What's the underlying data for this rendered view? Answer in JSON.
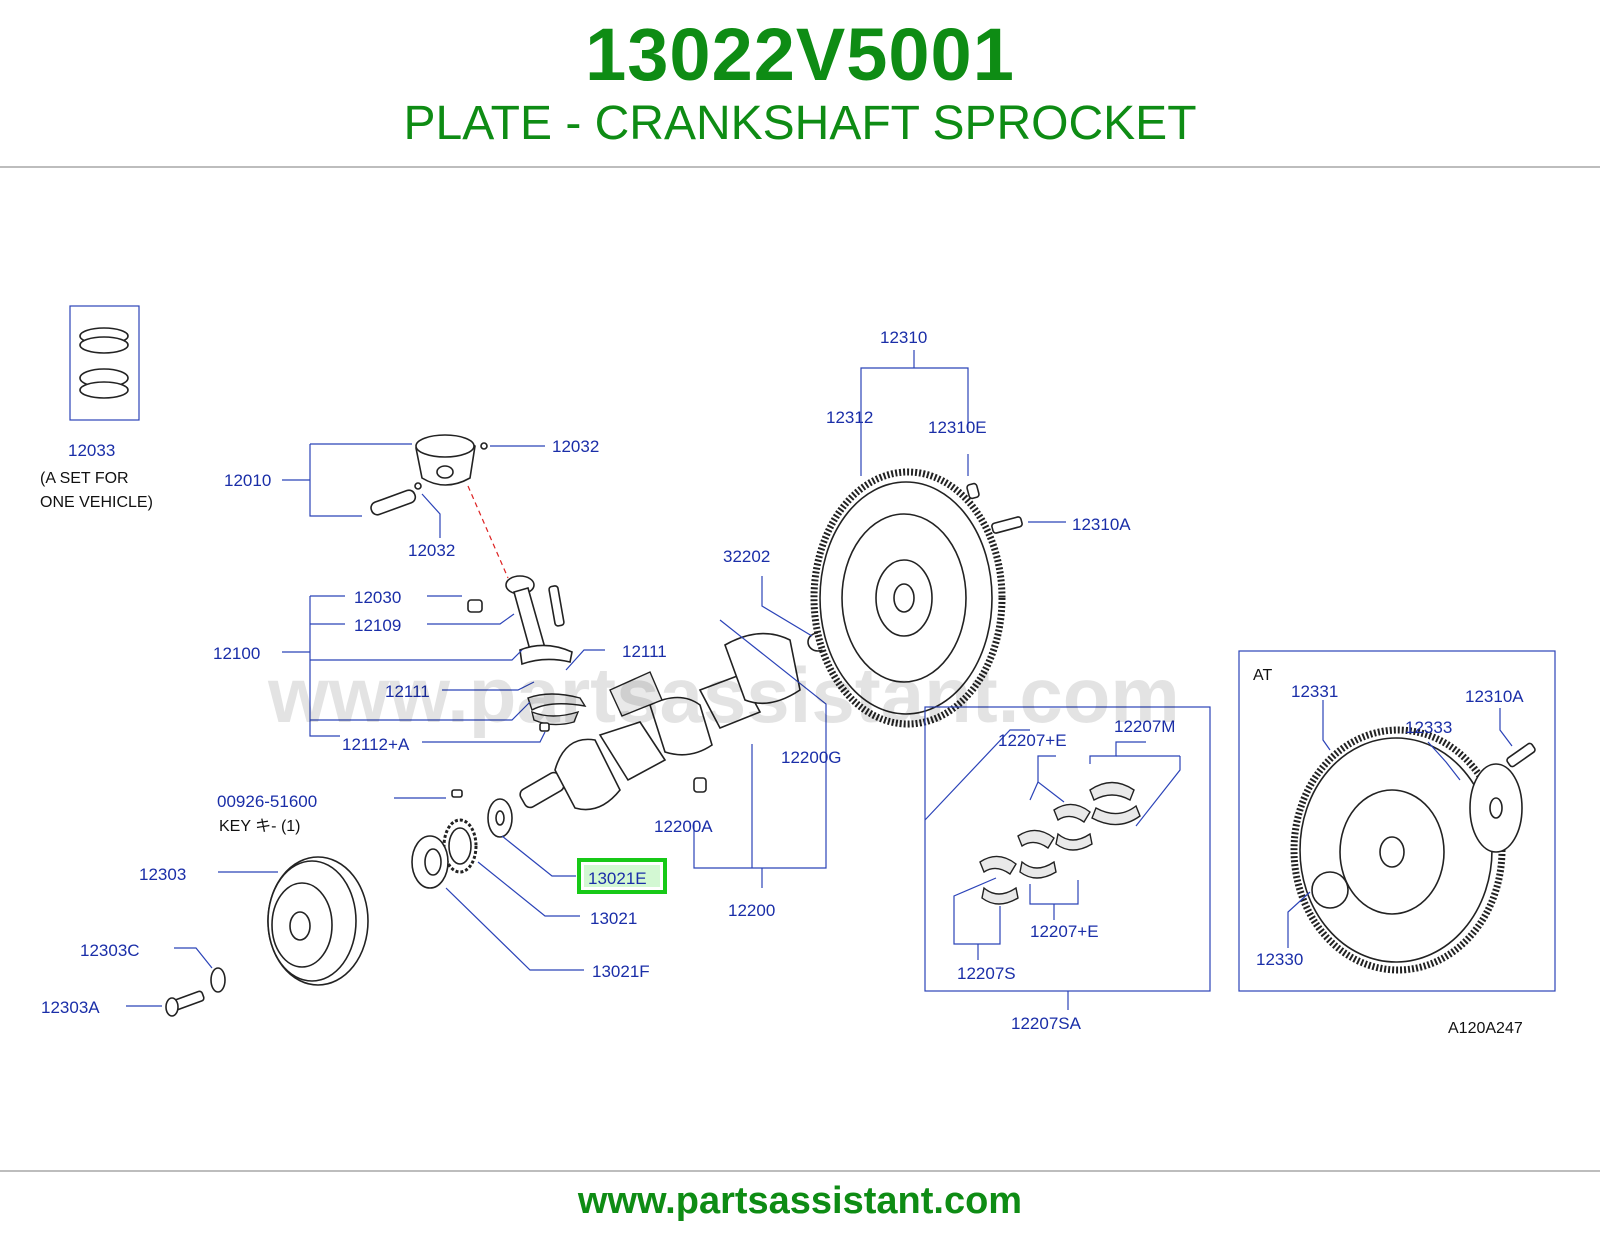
{
  "header": {
    "part_number": "13022V5001",
    "part_name": "PLATE - CRANKSHAFT SPROCKET"
  },
  "footer": {
    "url": "www.partsassistant.com"
  },
  "watermark": "www.partsassistant.com",
  "diagram_code": "A120A247",
  "highlight_color": "#17c917",
  "labels": {
    "l12033": "12033",
    "set_note_1": "(A   SET   FOR",
    "set_note_2": "ONE   VEHICLE)",
    "l12010": "12010",
    "l12032a": "12032",
    "l12032b": "12032",
    "l12030": "12030",
    "l12109": "12109",
    "l12100": "12100",
    "l12111a": "12111",
    "l12111b": "12111",
    "l12112": "12112+A",
    "l00926": "00926-51600",
    "key_note": "KEY         キ-       (1)",
    "l12303": "12303",
    "l12303c": "12303C",
    "l12303a": "12303A",
    "l13021e": "13021E",
    "l13021": "13021",
    "l13021f": "13021F",
    "l32202": "32202",
    "l12200g": "12200G",
    "l12200a": "12200A",
    "l12200": "12200",
    "l12310": "12310",
    "l12312": "12312",
    "l12310e": "12310E",
    "l12310a": "12310A",
    "l12207e1": "12207+E",
    "l12207m": "12207M",
    "l12207e2": "12207+E",
    "l12207s": "12207S",
    "l12207sa": "12207SA",
    "at": "AT",
    "l12331": "12331",
    "l12310a_at": "12310A",
    "l12333": "12333",
    "l12330": "12330"
  }
}
